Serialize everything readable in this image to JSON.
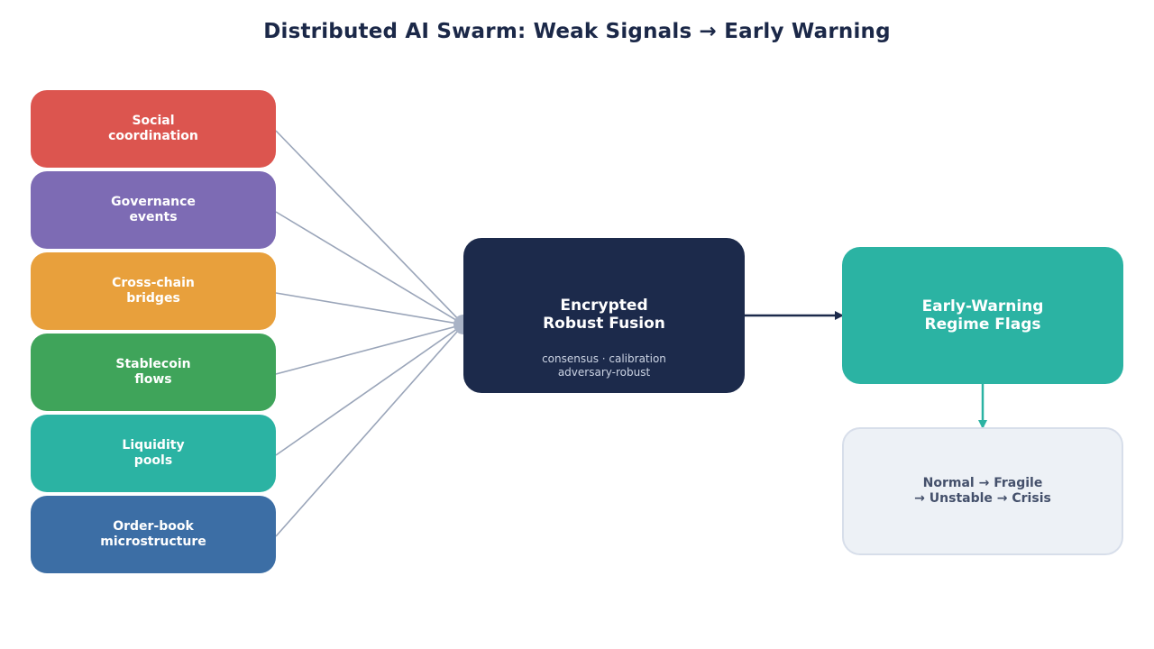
{
  "title": "Distributed AI Swarm: Weak Signals → Early Warning",
  "colors": {
    "social": "#dc554f",
    "governance": "#7d6bb4",
    "crosschain": "#e8a03c",
    "stablecoin": "#3fa45a",
    "liquidity": "#2bb3a3",
    "orderbook": "#3c6ea5",
    "fusion": "#1c2a4b",
    "flags": "#2bb3a3",
    "regimes_bg": "#edf1f6",
    "wire": "#9aa5b9"
  },
  "sources": [
    {
      "label": "Social\ncoordination",
      "color": "#dc554f"
    },
    {
      "label": "Governance\nevents",
      "color": "#7d6bb4"
    },
    {
      "label": "Cross-chain\nbridges",
      "color": "#e8a03c"
    },
    {
      "label": "Stablecoin\nflows",
      "color": "#3fa45a"
    },
    {
      "label": "Liquidity\npools",
      "color": "#2bb3a3"
    },
    {
      "label": "Order-book\nmicrostructure",
      "color": "#3c6ea5"
    }
  ],
  "fusion": {
    "title": "Encrypted\nRobust Fusion",
    "subtitle": "consensus · calibration\nadversary-robust"
  },
  "flags": {
    "label": "Early-Warning\nRegime Flags"
  },
  "regimes": {
    "label": "Normal → Fragile\n→ Unstable → Crisis"
  }
}
